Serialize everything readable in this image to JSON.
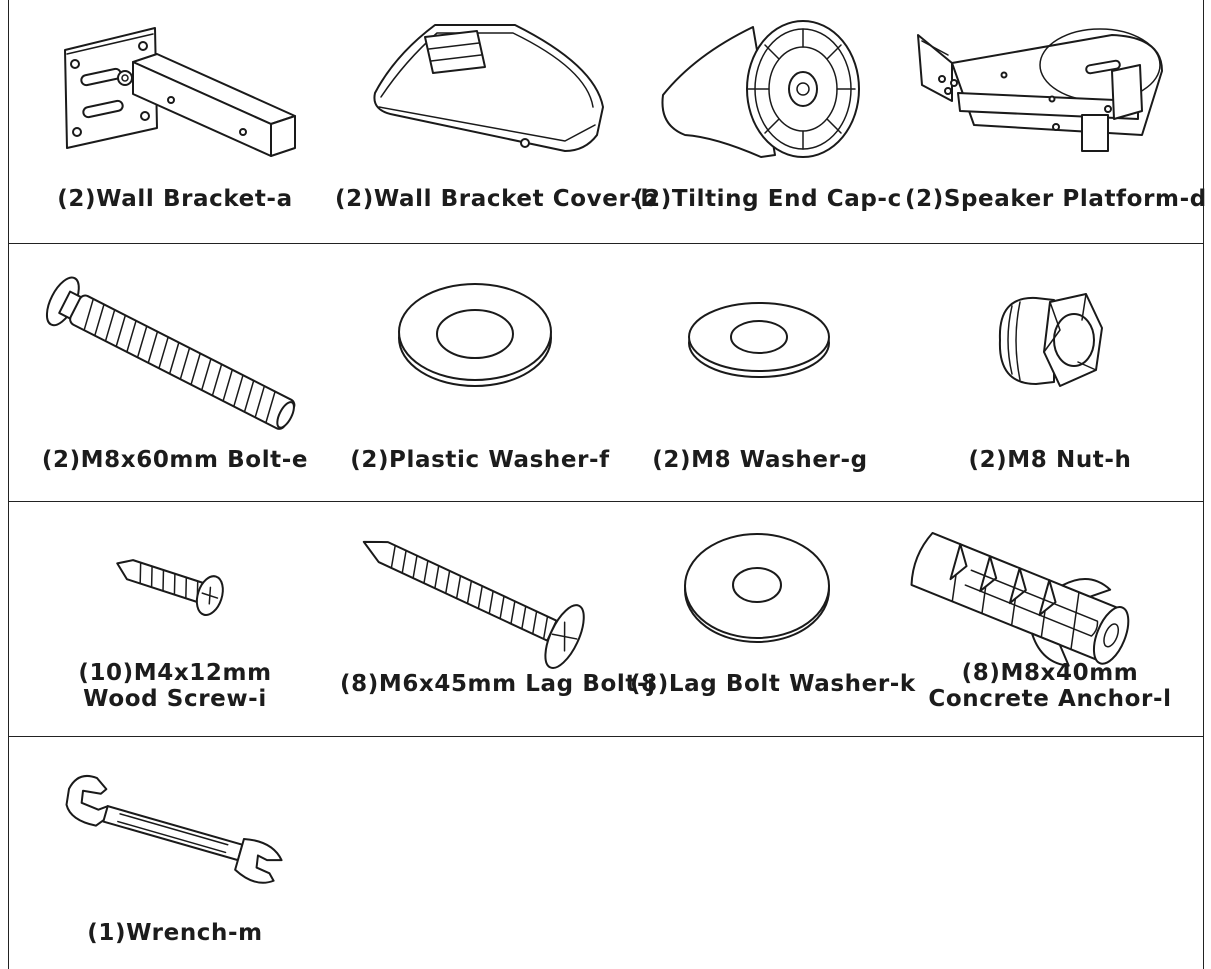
{
  "parts": [
    {
      "id": "a",
      "label": "(2)Wall Bracket-a",
      "icon": "wall-bracket-icon"
    },
    {
      "id": "b",
      "label": "(2)Wall Bracket Cover-b",
      "icon": "wall-bracket-cover-icon"
    },
    {
      "id": "c",
      "label": "(2)Tilting End Cap-c",
      "icon": "tilting-end-cap-icon"
    },
    {
      "id": "d",
      "label": "(2)Speaker Platform-d",
      "icon": "speaker-platform-icon"
    },
    {
      "id": "e",
      "label": "(2)M8x60mm Bolt-e",
      "icon": "bolt-icon"
    },
    {
      "id": "f",
      "label": "(2)Plastic Washer-f",
      "icon": "plastic-washer-icon"
    },
    {
      "id": "g",
      "label": "(2)M8 Washer-g",
      "icon": "washer-icon"
    },
    {
      "id": "h",
      "label": "(2)M8 Nut-h",
      "icon": "cap-nut-icon"
    },
    {
      "id": "i",
      "label_line1": "(10)M4x12mm",
      "label_line2": "Wood Screw-i",
      "icon": "wood-screw-icon"
    },
    {
      "id": "j",
      "label": "(8)M6x45mm Lag Bolt-j",
      "icon": "lag-bolt-icon"
    },
    {
      "id": "k",
      "label": "(8)Lag Bolt Washer-k",
      "icon": "lag-bolt-washer-icon"
    },
    {
      "id": "l",
      "label_line1": "(8)M8x40mm",
      "label_line2": "Concrete Anchor-l",
      "icon": "concrete-anchor-icon"
    },
    {
      "id": "m",
      "label": "(1)Wrench-m",
      "icon": "wrench-icon"
    }
  ]
}
